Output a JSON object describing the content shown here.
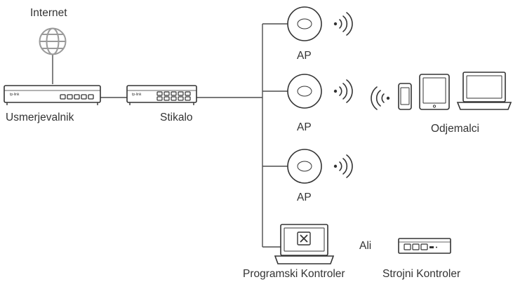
{
  "labels": {
    "internet": "Internet",
    "router": "Usmerjevalnik",
    "switch": "Stikalo",
    "ap_1": "AP",
    "ap_2": "AP",
    "ap_3": "AP",
    "clients": "Odjemalci",
    "or": "Ali",
    "software_controller": "Programski Kontroler",
    "hardware_controller": "Strojni Kontroler"
  },
  "brand": {
    "router_logo": "tp-link",
    "switch_logo": "tp-link"
  },
  "colors": {
    "line": "#4d4d4d",
    "globe": "#9a9a9a",
    "text": "#333333"
  },
  "icons": [
    "globe-icon",
    "router-icon",
    "switch-icon",
    "access-point-icon",
    "wifi-signal-icon",
    "smartphone-icon",
    "tablet-icon",
    "laptop-icon",
    "software-controller-icon",
    "hardware-controller-icon"
  ]
}
